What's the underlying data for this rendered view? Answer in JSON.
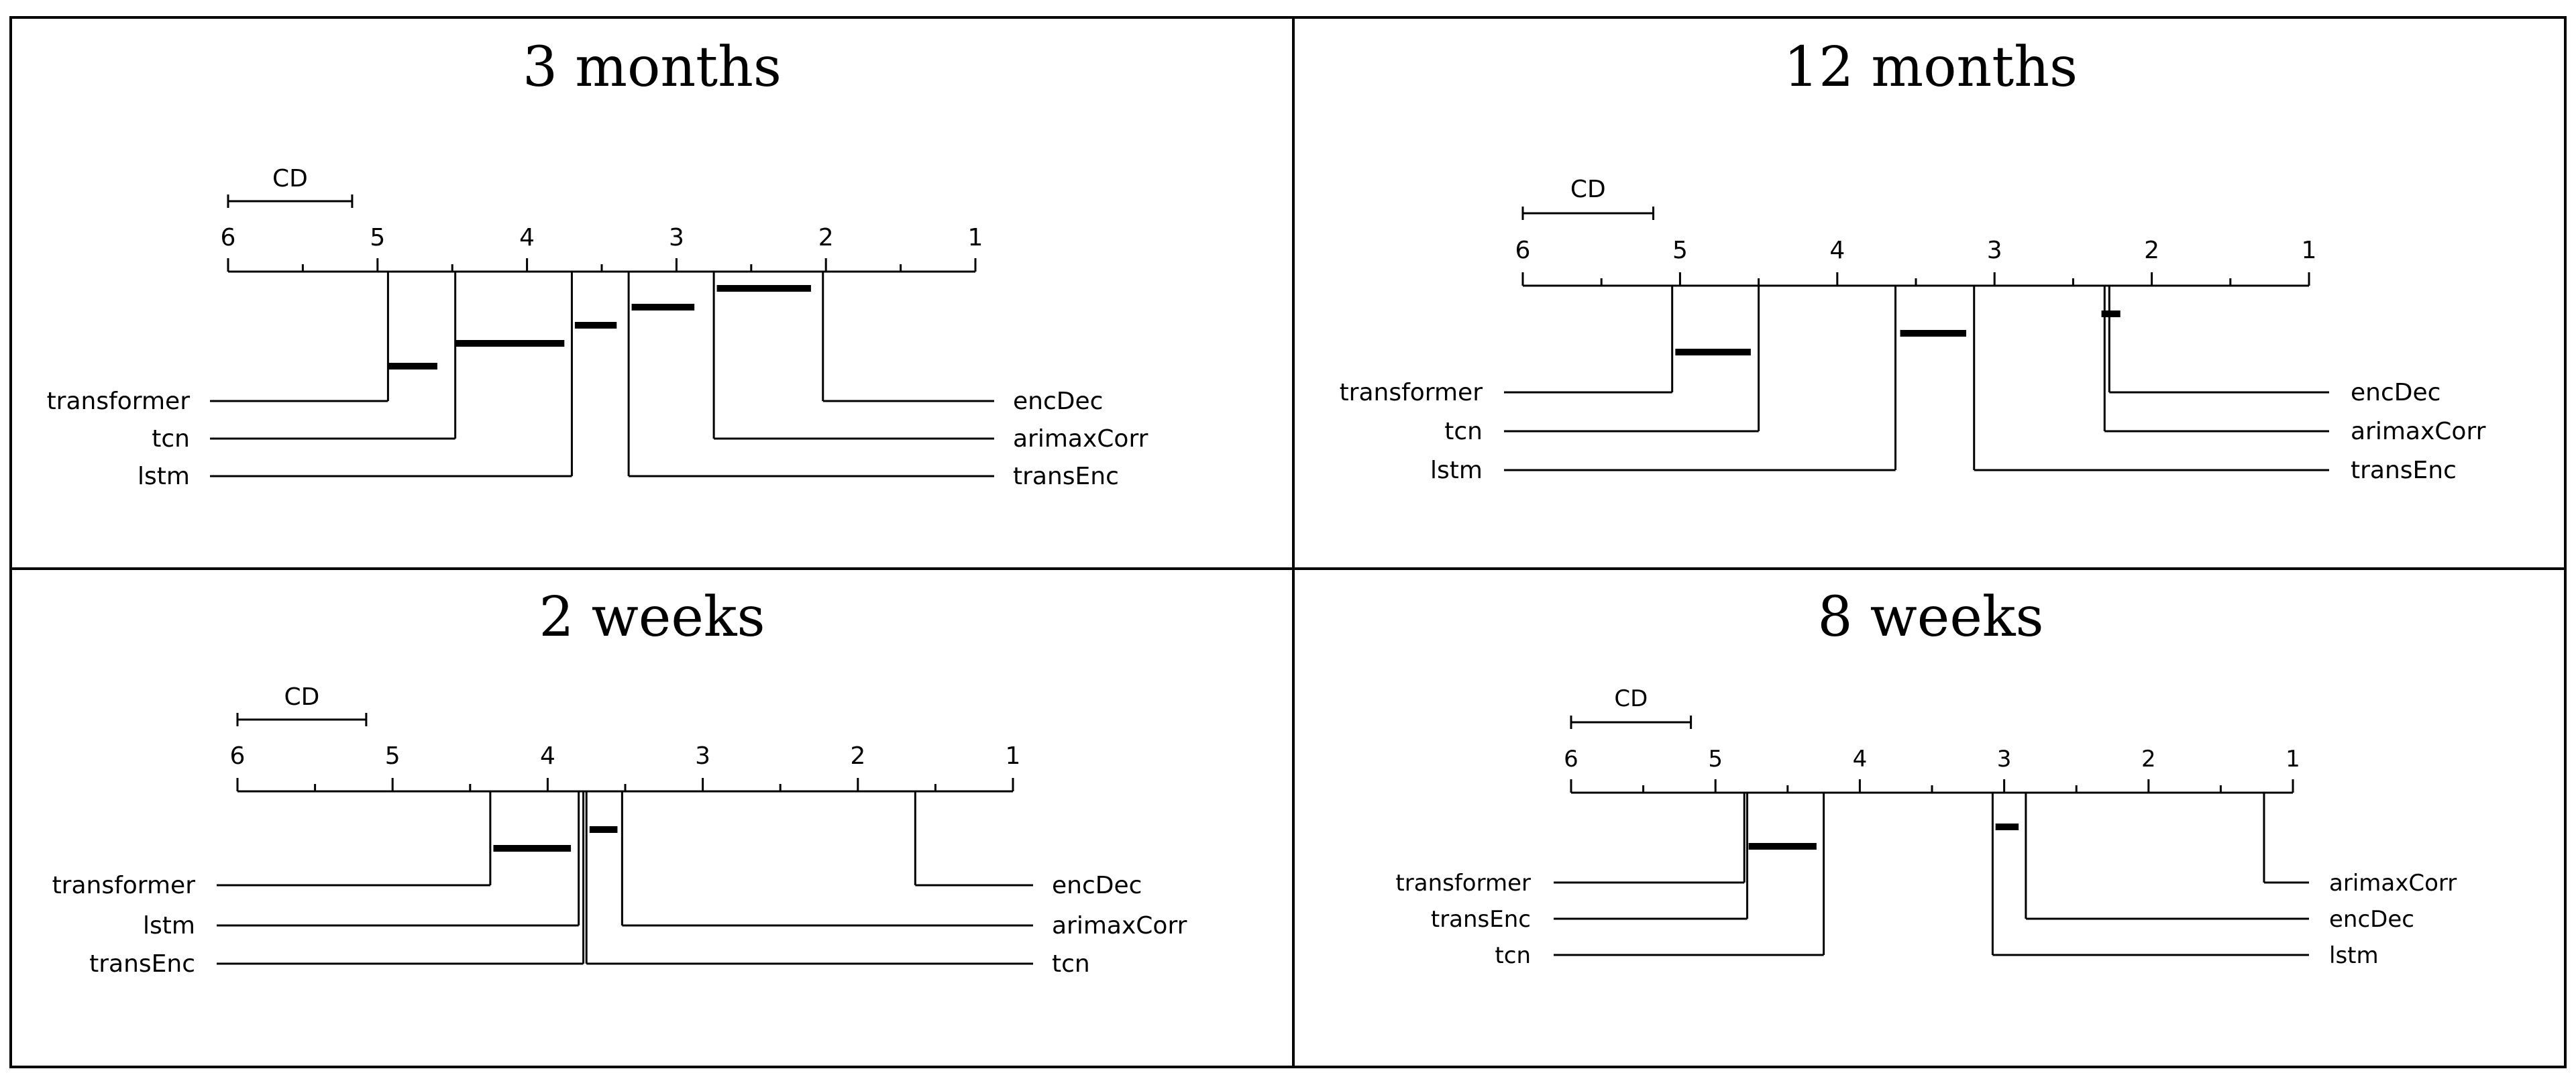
{
  "chart_data": [
    {
      "type": "critical-difference-diagram",
      "title": "3 months",
      "axis": {
        "min": 1,
        "max": 6,
        "ticks": [
          "6",
          "5",
          "4",
          "3",
          "2",
          "1"
        ],
        "reversed": true
      },
      "cd_label": "CD",
      "cd": 0.83,
      "methods": [
        {
          "name": "transformer",
          "rank": 4.93
        },
        {
          "name": "tcn",
          "rank": 4.48
        },
        {
          "name": "lstm",
          "rank": 3.7
        },
        {
          "name": "transEnc",
          "rank": 3.32
        },
        {
          "name": "arimaxCorr",
          "rank": 2.75
        },
        {
          "name": "encDec",
          "rank": 2.02
        }
      ],
      "left_labels": [
        "transformer",
        "tcn",
        "lstm"
      ],
      "right_labels": [
        "encDec",
        "arimaxCorr",
        "transEnc"
      ],
      "cliques": [
        [
          4.93,
          4.6
        ],
        [
          4.48,
          3.75
        ],
        [
          3.68,
          3.4
        ],
        [
          3.3,
          2.88
        ],
        [
          2.73,
          2.1
        ]
      ]
    },
    {
      "type": "critical-difference-diagram",
      "title": "12 months",
      "axis": {
        "min": 1,
        "max": 6,
        "ticks": [
          "6",
          "5",
          "4",
          "3",
          "2",
          "1"
        ],
        "reversed": true
      },
      "cd_label": "CD",
      "cd": 0.83,
      "methods": [
        {
          "name": "transformer",
          "rank": 5.05
        },
        {
          "name": "tcn",
          "rank": 4.5
        },
        {
          "name": "lstm",
          "rank": 3.63
        },
        {
          "name": "transEnc",
          "rank": 3.13
        },
        {
          "name": "arimaxCorr",
          "rank": 2.3
        },
        {
          "name": "encDec",
          "rank": 2.27
        }
      ],
      "left_labels": [
        "transformer",
        "tcn",
        "lstm"
      ],
      "right_labels": [
        "encDec",
        "arimaxCorr",
        "transEnc"
      ],
      "cliques": [
        [
          5.03,
          4.55
        ],
        [
          3.6,
          3.18
        ],
        [
          2.32,
          2.2
        ]
      ]
    },
    {
      "type": "critical-difference-diagram",
      "title": "2 weeks",
      "axis": {
        "min": 1,
        "max": 6,
        "ticks": [
          "6",
          "5",
          "4",
          "3",
          "2",
          "1"
        ],
        "reversed": true
      },
      "cd_label": "CD",
      "cd": 0.83,
      "methods": [
        {
          "name": "transformer",
          "rank": 4.37
        },
        {
          "name": "lstm",
          "rank": 3.8
        },
        {
          "name": "transEnc",
          "rank": 3.77
        },
        {
          "name": "tcn",
          "rank": 3.75
        },
        {
          "name": "arimaxCorr",
          "rank": 3.52
        },
        {
          "name": "encDec",
          "rank": 1.63
        }
      ],
      "left_labels": [
        "transformer",
        "lstm",
        "transEnc"
      ],
      "right_labels": [
        "encDec",
        "arimaxCorr",
        "tcn"
      ],
      "cliques": [
        [
          4.35,
          3.85
        ],
        [
          3.73,
          3.55
        ]
      ]
    },
    {
      "type": "critical-difference-diagram",
      "title": "8 weeks",
      "axis": {
        "min": 1,
        "max": 6,
        "ticks": [
          "6",
          "5",
          "4",
          "3",
          "2",
          "1"
        ],
        "reversed": true
      },
      "cd_label": "CD",
      "cd": 0.83,
      "methods": [
        {
          "name": "transformer",
          "rank": 4.8
        },
        {
          "name": "transEnc",
          "rank": 4.78
        },
        {
          "name": "tcn",
          "rank": 4.25
        },
        {
          "name": "lstm",
          "rank": 3.08
        },
        {
          "name": "encDec",
          "rank": 2.85
        },
        {
          "name": "arimaxCorr",
          "rank": 1.2
        }
      ],
      "left_labels": [
        "transformer",
        "transEnc",
        "tcn"
      ],
      "right_labels": [
        "arimaxCorr",
        "encDec",
        "lstm"
      ],
      "cliques": [
        [
          4.77,
          4.3
        ],
        [
          3.06,
          2.9
        ]
      ]
    }
  ]
}
